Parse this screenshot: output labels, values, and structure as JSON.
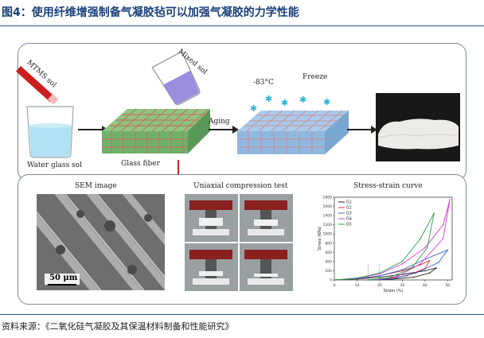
{
  "figure": {
    "title": "图4：使用纤维增强制备气凝胶毡可以加强气凝胶的力学性能",
    "source": "资料来源：《二氧化硅气凝胶及其保温材料制备和性能研究》"
  },
  "top_panel": {
    "mtms_label": "MTMS sol",
    "mixed_label": "Mixed sol",
    "water_glass_label": "Water glass sol",
    "glass_fiber_label": "Glass fiber",
    "aging_label": "Aging",
    "temp_label": "-83°C",
    "freeze_label": "Freeze"
  },
  "bottom_panel": {
    "sem_label": "SEM image",
    "scale_label": "50 μm",
    "compression_label": "Uniaxial compression test",
    "stress_strain_label": "Stress-strain curve"
  },
  "chart_data": {
    "type": "line",
    "title": "Stress-strain curve",
    "xlabel": "Strain (%)",
    "ylabel": "Stress (KPa)",
    "xlim": [
      0,
      52
    ],
    "ylim": [
      0,
      1800
    ],
    "x_ticks": [
      0,
      10,
      20,
      30,
      40,
      50
    ],
    "y_ticks": [
      0,
      200,
      400,
      600,
      800,
      1000,
      1200,
      1400,
      1600,
      1800
    ],
    "legend_position": "top-left",
    "series": [
      {
        "name": "G1",
        "color": "#222222",
        "x": [
          0,
          10,
          20,
          30,
          40,
          45,
          42,
          35,
          25,
          15
        ],
        "y": [
          0,
          20,
          60,
          120,
          200,
          260,
          150,
          60,
          15,
          0
        ]
      },
      {
        "name": "G2",
        "color": "#e03030",
        "x": [
          0,
          10,
          20,
          30,
          38,
          42,
          40,
          32,
          22,
          14
        ],
        "y": [
          0,
          30,
          90,
          200,
          330,
          420,
          250,
          90,
          20,
          0
        ]
      },
      {
        "name": "G3",
        "color": "#3a5fcf",
        "x": [
          0,
          10,
          20,
          30,
          40,
          50,
          46,
          36,
          26,
          16
        ],
        "y": [
          0,
          30,
          90,
          220,
          450,
          650,
          380,
          150,
          30,
          0
        ]
      },
      {
        "name": "G4",
        "color": "#d43bd4",
        "x": [
          0,
          10,
          20,
          30,
          40,
          48,
          51,
          48,
          38,
          28,
          18
        ],
        "y": [
          0,
          40,
          130,
          350,
          700,
          1200,
          1750,
          900,
          350,
          80,
          0
        ]
      },
      {
        "name": "G5",
        "color": "#2aa040",
        "x": [
          0,
          10,
          20,
          30,
          38,
          44,
          41,
          34,
          24,
          15
        ],
        "y": [
          0,
          40,
          150,
          400,
          900,
          1450,
          700,
          250,
          50,
          0
        ]
      }
    ]
  }
}
